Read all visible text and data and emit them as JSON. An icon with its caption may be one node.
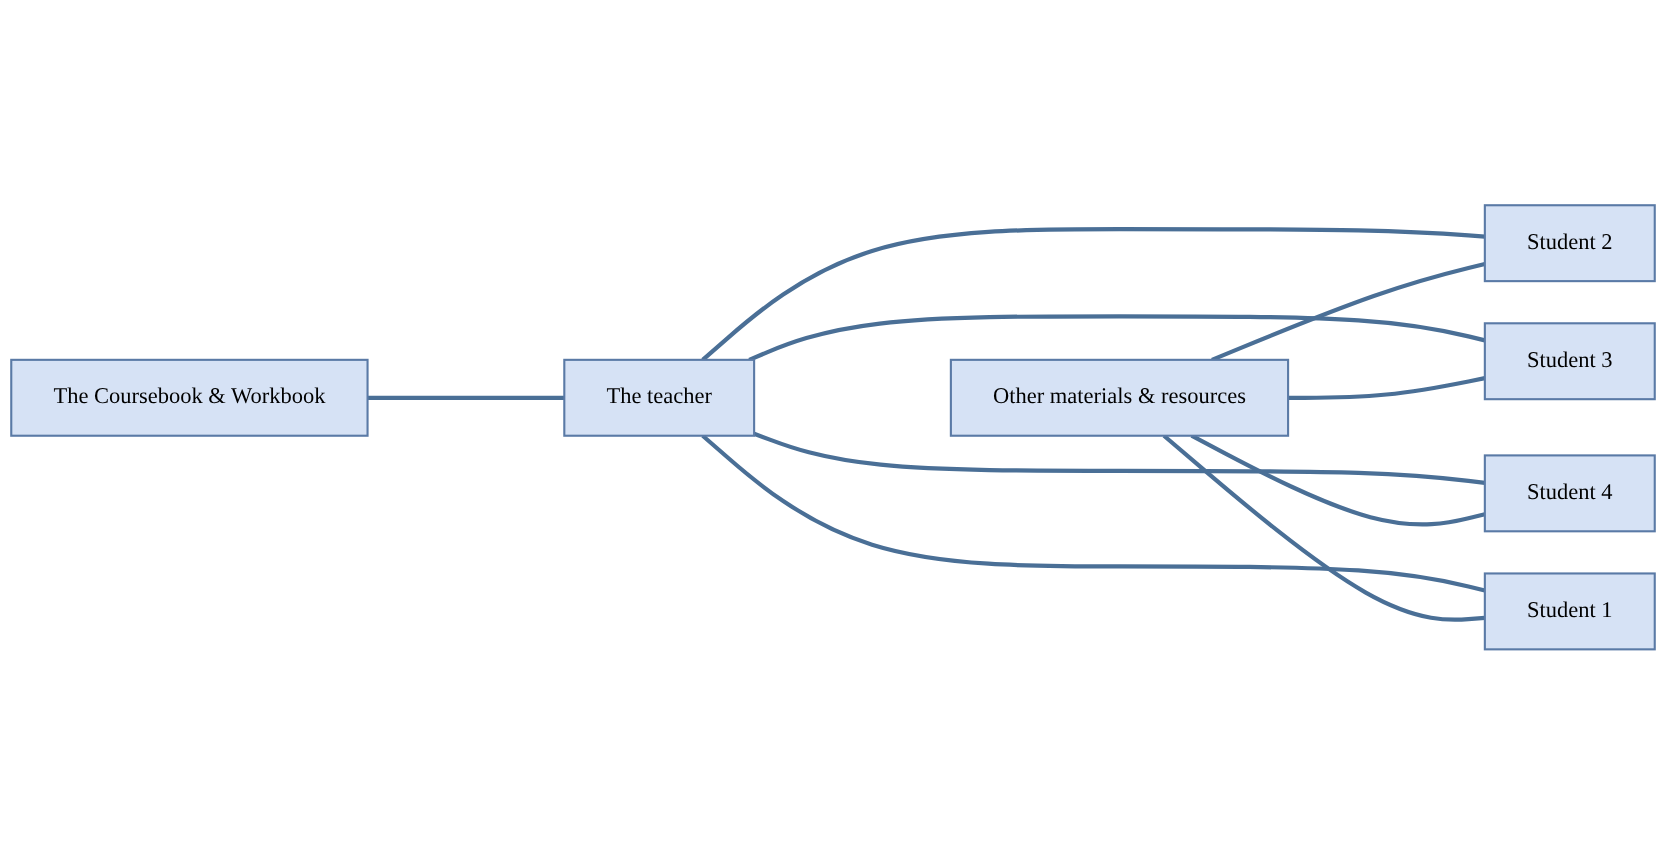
{
  "diagram": {
    "nodes": [
      {
        "text": [
          "The Coursebook & Workbook"
        ]
      },
      {
        "text": [
          "The teacher"
        ]
      },
      {
        "text": [
          "Other materials & resources"
        ]
      },
      {
        "text": [
          "Student 2"
        ]
      },
      {
        "text": [
          "Student 3"
        ]
      },
      {
        "text": [
          "Student 4"
        ]
      },
      {
        "text": [
          "Student 1"
        ]
      }
    ],
    "edges": [
      {
        "from": 0,
        "to": 1,
        "arrow": "none"
      },
      {
        "from": 1,
        "to": 3,
        "arrow": "none"
      },
      {
        "from": 1,
        "to": 4,
        "arrow": "none"
      },
      {
        "from": 1,
        "to": 5,
        "arrow": "none"
      },
      {
        "from": 1,
        "to": 6,
        "arrow": "none"
      },
      {
        "from": 2,
        "to": 3,
        "arrow": "none"
      },
      {
        "from": 2,
        "to": 4,
        "arrow": "none"
      },
      {
        "from": 2,
        "to": 5,
        "arrow": "none"
      },
      {
        "from": 2,
        "to": 6,
        "arrow": "none"
      }
    ]
  }
}
